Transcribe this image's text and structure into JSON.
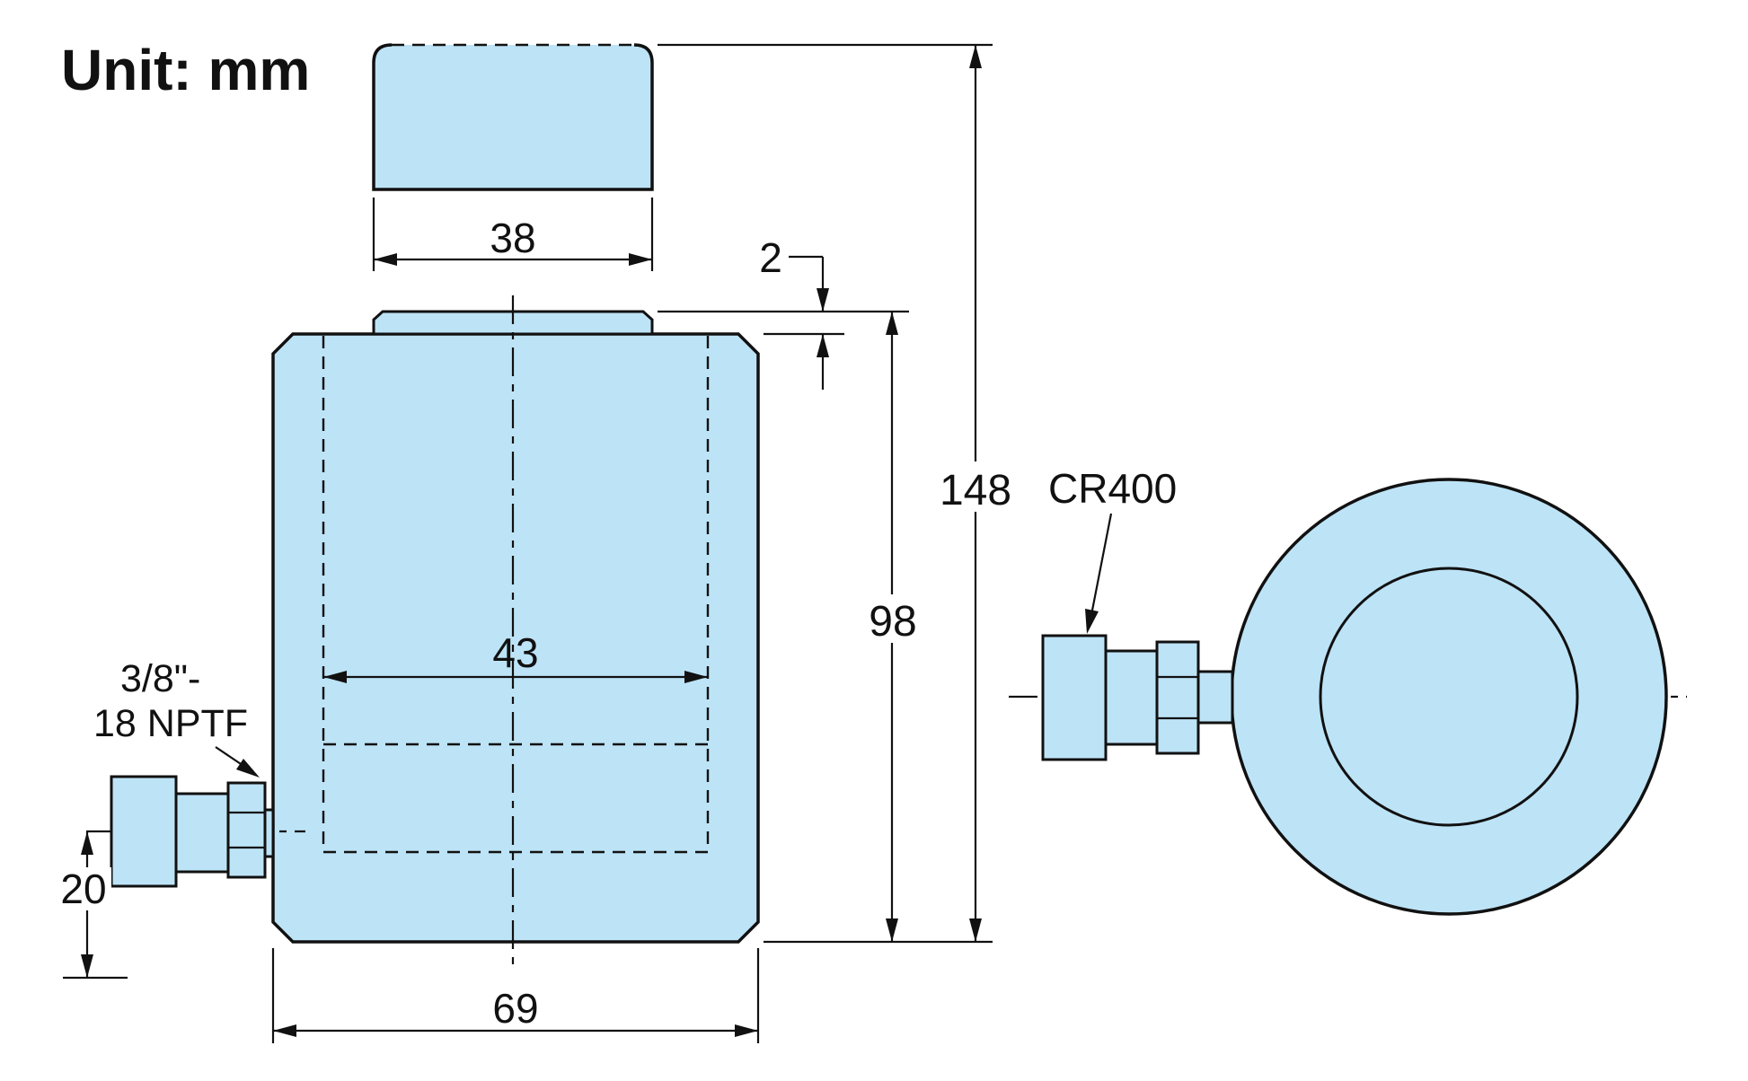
{
  "unit_label": "Unit: mm",
  "colors": {
    "fill": "#BDE3F6",
    "line": "#111111",
    "background": "#FFFFFF"
  },
  "front_view": {
    "dims": {
      "saddle_width": "38",
      "saddle_protrusion": "2",
      "plunger_diameter": "43",
      "extended_height": "148",
      "collapsed_height": "98",
      "port_height": "20",
      "outside_diameter": "69"
    },
    "port_label": {
      "line1": "3/8\"-",
      "line2": "18 NPTF"
    }
  },
  "top_view": {
    "model_label": "CR400"
  }
}
